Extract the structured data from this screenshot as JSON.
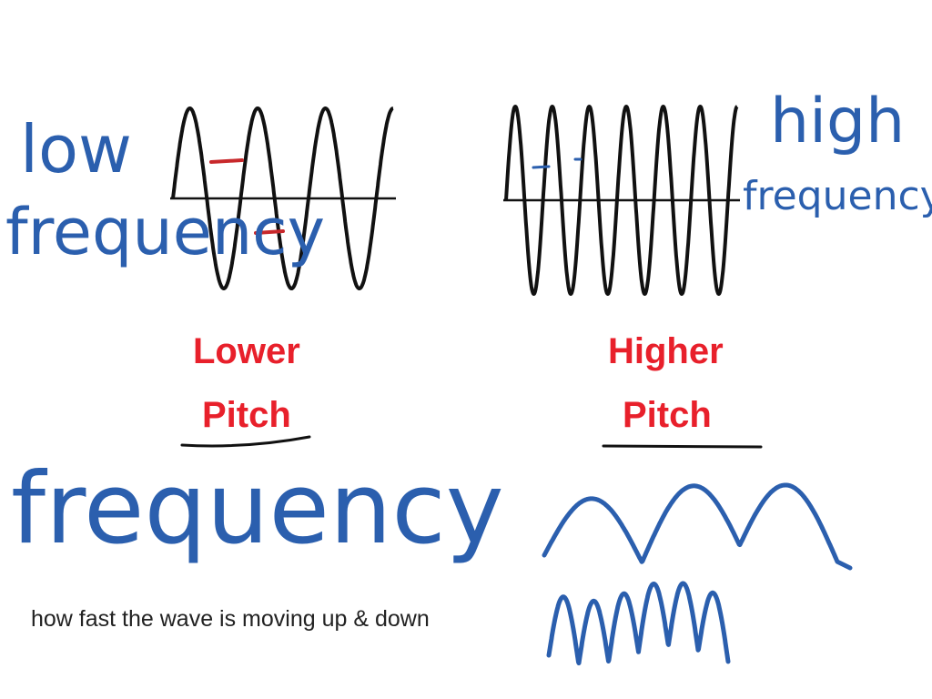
{
  "annotations": {
    "low_1": "low",
    "low_2": "frequency",
    "high_1": "high",
    "high_2": "frequency",
    "term": "frequency"
  },
  "labels": {
    "lower_1": "Lower",
    "lower_2": "Pitch",
    "higher_1": "Higher",
    "higher_2": "Pitch"
  },
  "caption": "how fast the wave is moving up & down",
  "colors": {
    "ink_blue": "#2b5fae",
    "label_red": "#e8202b",
    "marker_red": "#c8282b",
    "wave_black": "#111111"
  },
  "waves": {
    "low": {
      "cycles": 3.25
    },
    "high": {
      "cycles": 6.25
    }
  }
}
